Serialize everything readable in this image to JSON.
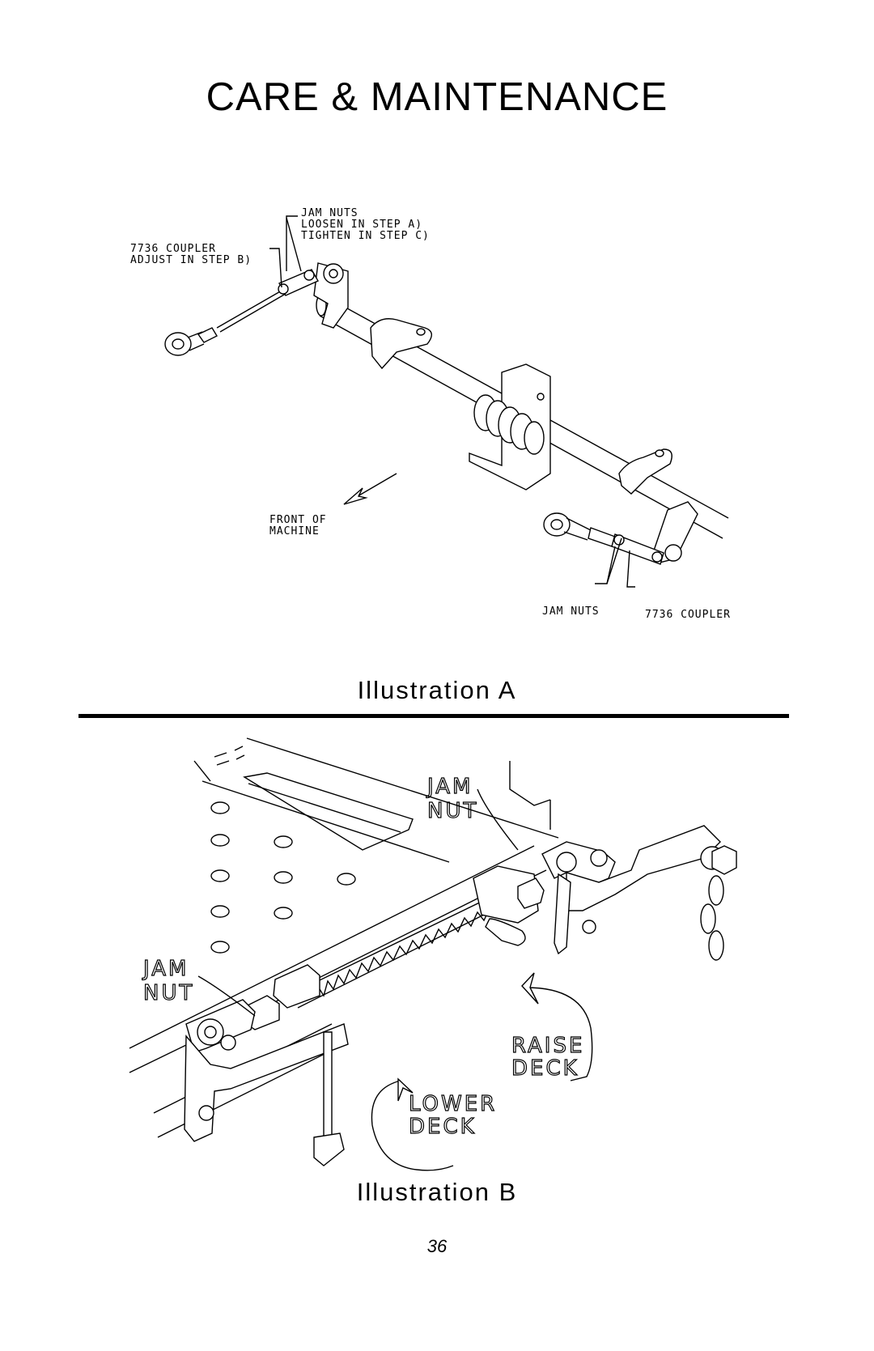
{
  "page": {
    "title": "CARE & MAINTENANCE",
    "page_number": "36"
  },
  "illustration_a": {
    "caption": "Illustration A",
    "labels": {
      "jam_nuts_top": "JAM NUTS",
      "loosen": "LOOSEN IN STEP A)",
      "tighten": "TIGHTEN IN STEP C)",
      "coupler_top": "7736 COUPLER",
      "adjust": "ADJUST IN STEP B)",
      "front_line1": "FRONT OF",
      "front_line2": "MACHINE",
      "jam_nuts_bottom": "JAM NUTS",
      "coupler_bottom": "7736 COUPLER"
    }
  },
  "illustration_b": {
    "caption": "Illustration B",
    "labels": {
      "jam_top_1": "JAM",
      "jam_top_2": "NUT",
      "jam_left_1": "JAM",
      "jam_left_2": "NUT",
      "raise_1": "RAISE",
      "raise_2": "DECK",
      "lower_1": "LOWER",
      "lower_2": "DECK"
    }
  }
}
